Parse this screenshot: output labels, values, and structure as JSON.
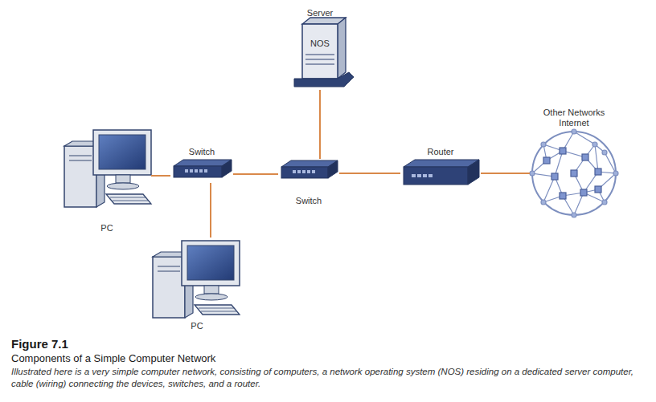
{
  "diagram": {
    "title": "Figure 7.1",
    "caption": "Components of a Simple Computer Network",
    "nodes": [
      {
        "text": [
          "Server",
          "NOS"
        ]
      },
      {
        "text": [
          "PC"
        ]
      },
      {
        "text": [
          "Switch"
        ]
      },
      {
        "text": [
          "Switch"
        ]
      },
      {
        "text": [
          "Router"
        ]
      },
      {
        "text": [
          "Other Networks Internet"
        ]
      },
      {
        "text": [
          "PC"
        ]
      }
    ],
    "edges": [
      {
        "from": 1,
        "to": 2,
        "arrow": "none"
      },
      {
        "from": 2,
        "to": 6,
        "arrow": "none"
      },
      {
        "from": 2,
        "to": 3,
        "arrow": "none"
      },
      {
        "from": 0,
        "to": 3,
        "arrow": "none"
      },
      {
        "from": 3,
        "to": 4,
        "arrow": "none"
      },
      {
        "from": 4,
        "to": 5,
        "arrow": "none"
      }
    ],
    "labels": [
      "Illustrated here is a very simple computer network, consisting of computers, a network operating system (NOS) residing on a dedicated server computer, cable (wiring) connecting the devices, switches, and a router."
    ]
  }
}
